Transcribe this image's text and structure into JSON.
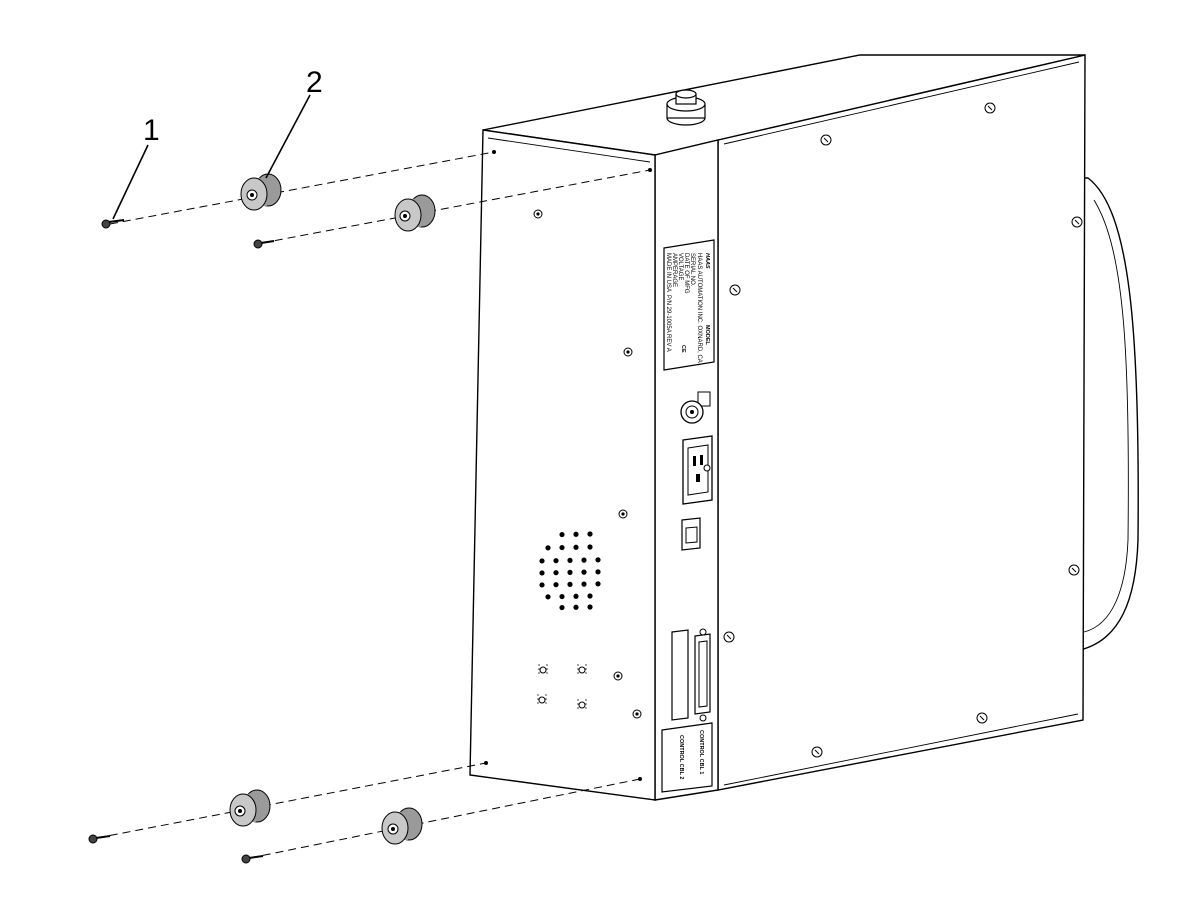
{
  "callouts": {
    "item_1": "1",
    "item_2": "2"
  },
  "nameplate": {
    "brand": "HAAS",
    "heading": "MODEL",
    "company": "HAAS AUTOMATION INC. OXNARD, CA",
    "lines": [
      "SERIAL NO.",
      "DATE OF MFG",
      "VOLTAGE",
      "AMPERAGE",
      "MADE IN USA"
    ],
    "ce_mark": "CE",
    "part_number": "P/N 29-1005A REV A"
  },
  "cable_labels": {
    "label_1": "CONTROL CBL 1",
    "label_2": "CONTROL CBL 2"
  },
  "colors": {
    "line": "#000000",
    "background": "#ffffff",
    "foot_fill": "#9a9a9a",
    "foot_top": "#c8c8c8"
  }
}
